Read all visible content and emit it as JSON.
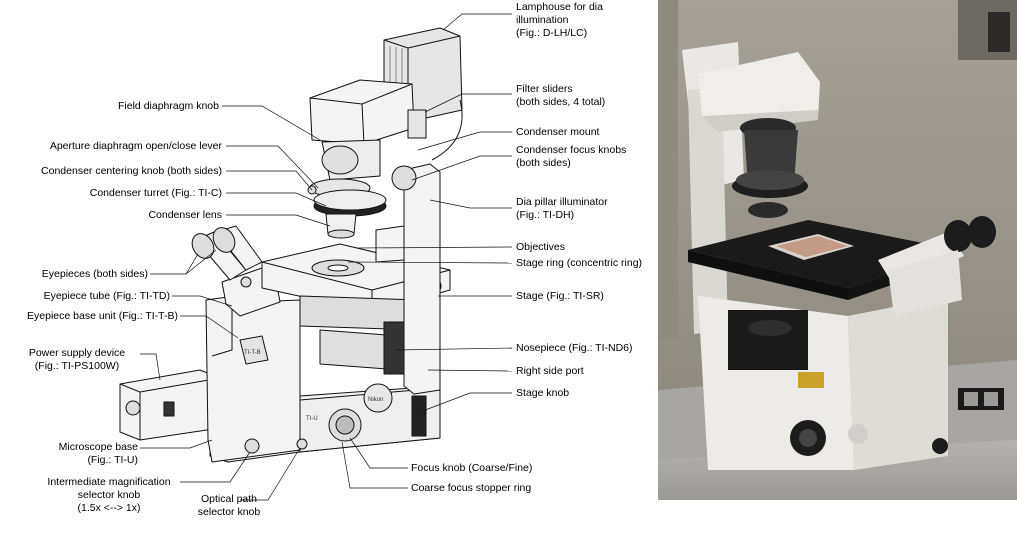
{
  "labels": {
    "lamphouse": "Lamphouse for dia",
    "lamphouse_2": "illumination",
    "lamphouse_3": "(Fig.: D-LH/LC)",
    "filter_sliders": "Filter sliders",
    "filter_sliders_2": "(both sides, 4 total)",
    "condenser_mount": "Condenser mount",
    "condenser_focus": "Condenser focus knobs",
    "condenser_focus_2": "(both sides)",
    "dia_pillar": "Dia pillar illuminator",
    "dia_pillar_2": "(Fig.: TI-DH)",
    "objectives": "Objectives",
    "stage_ring": "Stage ring (concentric ring)",
    "stage": "Stage (Fig.: TI-SR)",
    "nosepiece": "Nosepiece (Fig.: TI-ND6)",
    "right_port": "Right side port",
    "stage_knob": "Stage knob",
    "focus_knob": "Focus knob (Coarse/Fine)",
    "coarse_stopper": "Coarse focus stopper ring",
    "field_diaphragm": "Field diaphragm knob",
    "aperture": "Aperture diaphragm open/close lever",
    "centering": "Condenser centering knob (both sides)",
    "turret": "Condenser turret (Fig.: TI-C)",
    "condenser_lens": "Condenser lens",
    "eyepieces": "Eyepieces (both sides)",
    "eyepiece_tube": "Eyepiece tube (Fig.: TI-TD)",
    "eyepiece_base": "Eyepiece base unit (Fig.: TI-T-B)",
    "power_supply": "Power supply device",
    "power_supply_2": "(Fig.: TI-PS100W)",
    "base": "Microscope base",
    "base_2": "(Fig.: TI-U)",
    "magnification": "Intermediate magnification",
    "magnification_2": "selector knob",
    "magnification_3": "(1.5x <--> 1x)",
    "optical_path": "Optical path",
    "optical_path_2": "selector knob"
  },
  "body_marks": {
    "nikon": "Nikon",
    "model": "TI-U",
    "tube_model": "TI-T-B"
  },
  "colors": {
    "line": "#111111",
    "body": "#f4f4f4",
    "dark": "#2a2a2a",
    "photo_bg": "#9a958c"
  }
}
